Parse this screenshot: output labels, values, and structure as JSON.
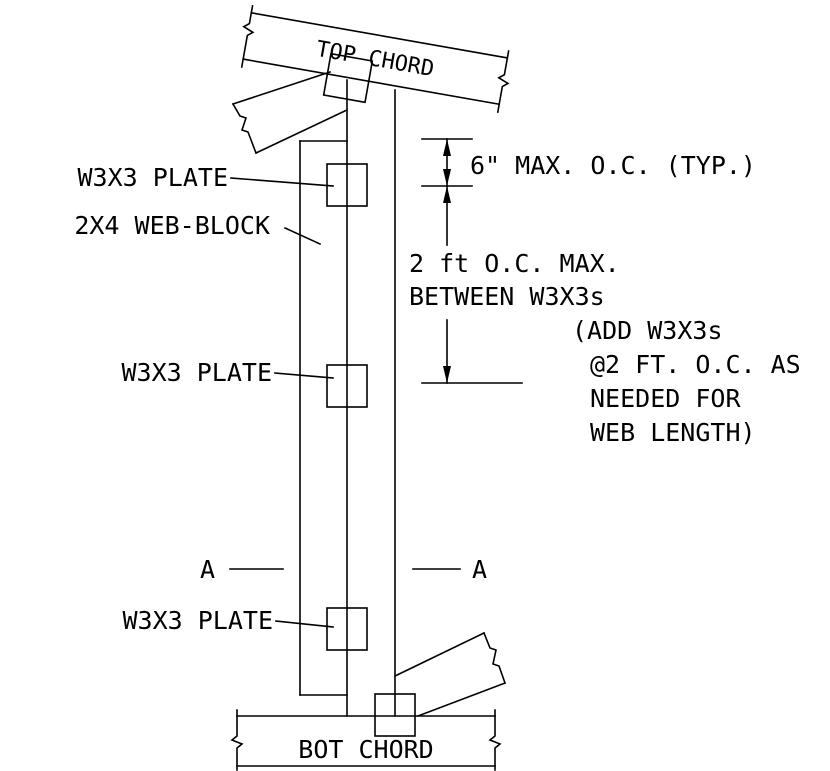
{
  "labels": {
    "top_chord": "TOP CHORD",
    "bot_chord": "BOT CHORD",
    "plate_1": "W3X3 PLATE",
    "plate_2": "W3X3 PLATE",
    "plate_3": "W3X3 PLATE",
    "web_block": "2X4 WEB-BLOCK",
    "spacing_top": "6\" MAX. O.C. (TYP.)",
    "spacing_main_1": "2 ft O.C. MAX.",
    "spacing_main_2": "BETWEEN W3X3s",
    "note_1": "(ADD W3X3s",
    "note_2": "@2 FT. O.C. AS",
    "note_3": "NEEDED FOR",
    "note_4": "WEB LENGTH)",
    "section_left": "A",
    "section_right": "A"
  }
}
